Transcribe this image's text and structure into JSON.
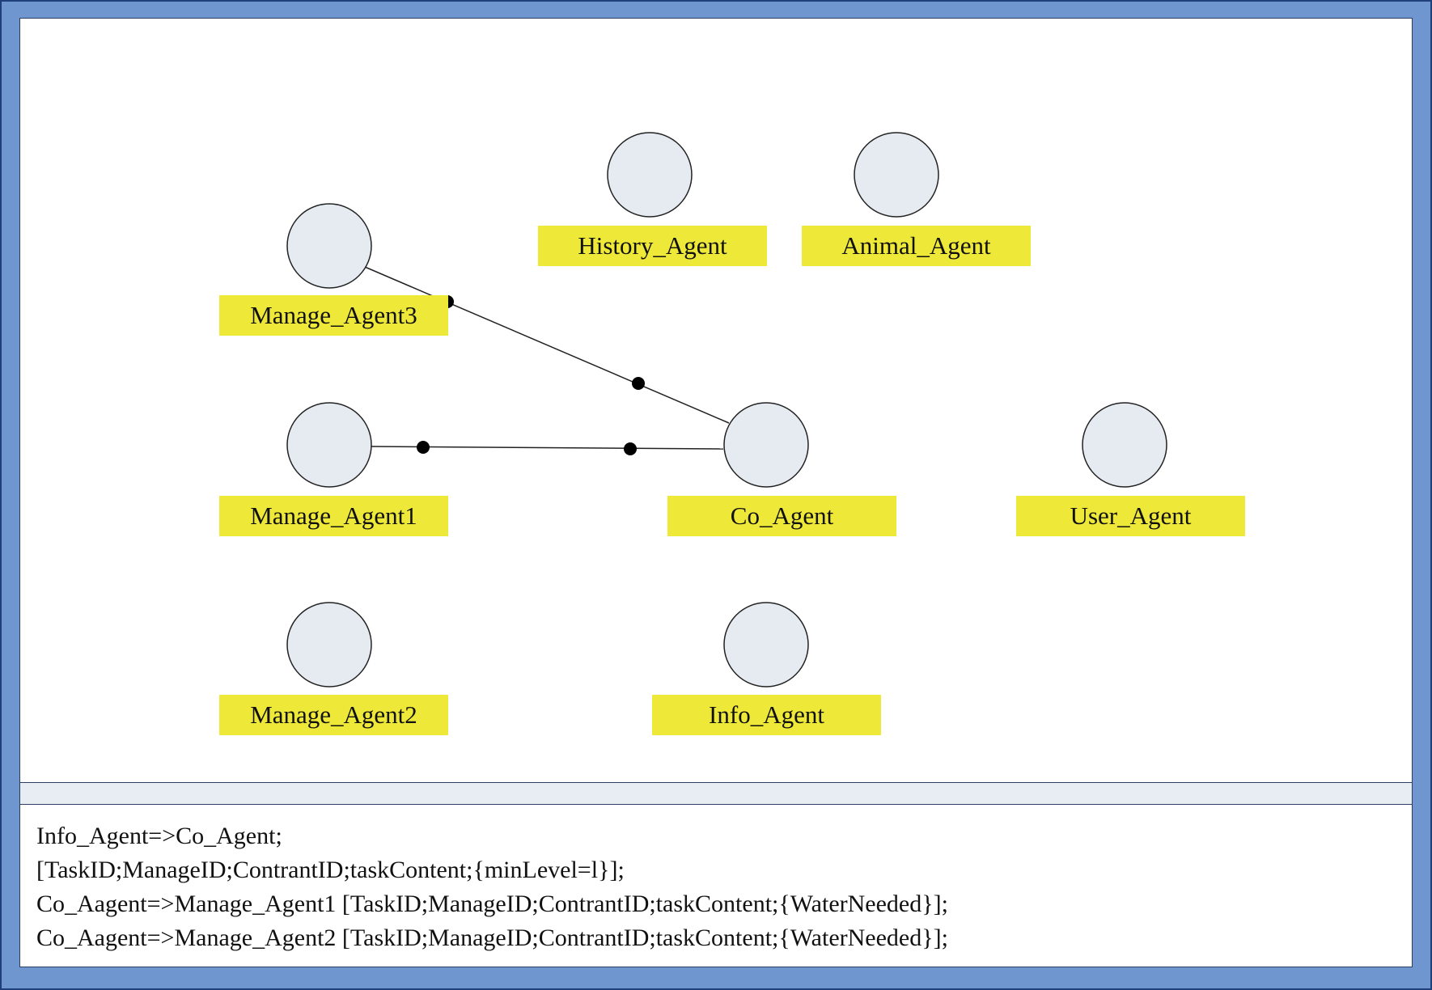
{
  "diagram": {
    "agents": [
      {
        "id": "history",
        "label": "History_Agent"
      },
      {
        "id": "animal",
        "label": "Animal_Agent"
      },
      {
        "id": "manage3",
        "label": "Manage_Agent3"
      },
      {
        "id": "manage1",
        "label": "Manage_Agent1"
      },
      {
        "id": "co",
        "label": "Co_Agent"
      },
      {
        "id": "user",
        "label": "User_Agent"
      },
      {
        "id": "manage2",
        "label": "Manage_Agent2"
      },
      {
        "id": "info",
        "label": "Info_Agent"
      }
    ],
    "links": [
      {
        "from": "manage3",
        "to": "co"
      },
      {
        "from": "manage1",
        "to": "co"
      }
    ]
  },
  "messages": [
    "Info_Agent=>Co_Agent;",
    "[TaskID;ManageID;ContrantID;taskContent;{minLevel=l}];",
    "Co_Aagent=>Manage_Agent1 [TaskID;ManageID;ContrantID;taskContent;{WaterNeeded}];",
    "Co_Aagent=>Manage_Agent2 [TaskID;ManageID;ContrantID;taskContent;{WaterNeeded}];"
  ],
  "colors": {
    "frame": "#6f96cf",
    "node_fill": "#e6ebf2",
    "label_fill": "#eee838"
  }
}
